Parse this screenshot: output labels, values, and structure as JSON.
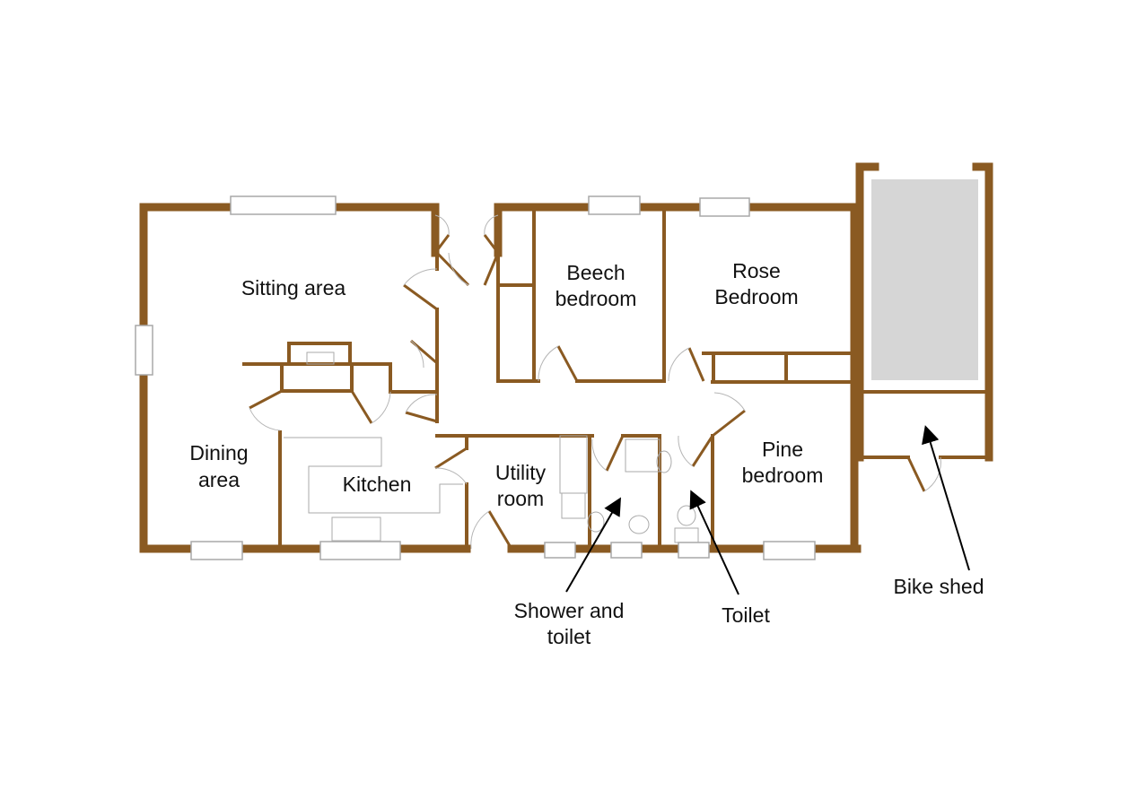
{
  "floorplan": {
    "rooms": {
      "sitting": "Sitting area",
      "beech_1": "Beech",
      "beech_2": "bedroom",
      "rose_1": "Rose",
      "rose_2": "Bedroom",
      "dining_1": "Dining",
      "dining_2": "area",
      "kitchen": "Kitchen",
      "utility_1": "Utility",
      "utility_2": "room",
      "pine_1": "Pine",
      "pine_2": "bedroom"
    },
    "callouts": {
      "shower_1": "Shower and",
      "shower_2": "toilet",
      "toilet": "Toilet",
      "bike_shed": "Bike shed"
    },
    "colors": {
      "wall": "#8a5a22",
      "shed_floor": "#d6d6d6"
    }
  }
}
